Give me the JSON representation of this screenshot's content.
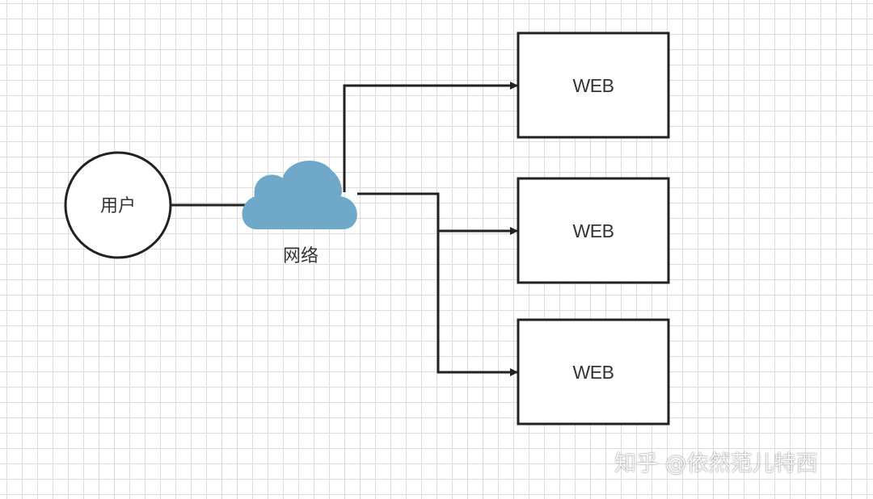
{
  "nodes": {
    "user": {
      "label": "用户"
    },
    "network": {
      "label": "网络",
      "color": "#6fa8c8"
    },
    "web_servers": [
      {
        "label": "WEB"
      },
      {
        "label": "WEB"
      },
      {
        "label": "WEB"
      }
    ]
  },
  "watermark": {
    "text": "知乎 @依然范儿特西"
  },
  "colors": {
    "line": "#222222",
    "cloud": "#6fa8c8",
    "grid": "#dcdcdc"
  }
}
